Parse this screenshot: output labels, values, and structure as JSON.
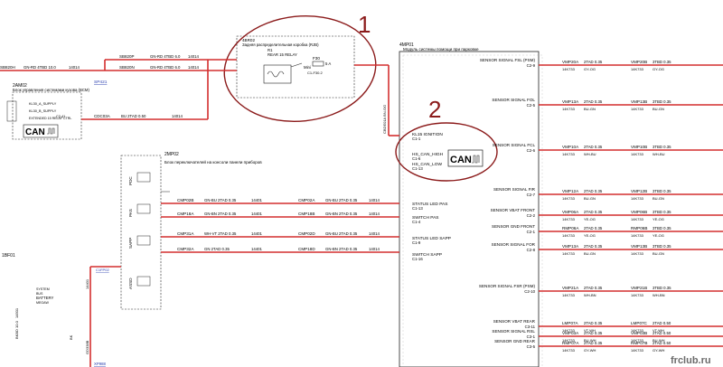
{
  "rje": {
    "code": "4BR02",
    "title": "Задняя распределительная коробка (RJB)",
    "relay_code": "R1",
    "relay_name": "REAR 15 RELAY",
    "fuse": "F30",
    "fuse_rating": "5 A",
    "mini": "Mini",
    "pin_b": "C1-F30.2"
  },
  "pam": {
    "code": "4MP01",
    "title": "Модуль системы помощи при парковке"
  },
  "bcm": {
    "code": "2AM02",
    "title": "Блок управления системами кузова (BCM)",
    "kl30a": "KL30_A_SUPPLY",
    "kl30b": "KL30_B_SUPPLY",
    "ext_relay": "EXTENDED 15 RELAY CTRL",
    "pin": "C2-41",
    "can": "CAN"
  },
  "console": {
    "code": "2MP02",
    "title": "Блок переключателей на консоли панели приборов"
  },
  "top_wires": {
    "left_code": "SB820H",
    "left_spec": "GN-RD 4TBD 10.0",
    "left_num": "14014",
    "sb820p": "SB820P",
    "sb820p_spec": "GN-RD 4TBD 6.0",
    "sb820p_num": "14014",
    "sb820n": "SB820N",
    "sb820n_spec": "GN-RD 4TBD 6.0",
    "sb820n_num": "14014",
    "splice": "SP421",
    "cdc": "CDC03A",
    "cdc_spec": "BU 2TAD 0.50",
    "cdc_num": "14014",
    "cbde": "CBDE01A BN-OG"
  },
  "pam_pins": {
    "kl15": "KL15 IGNITION",
    "kl15_pin": "C1-1",
    "can_high": "HS_CAN_HIGH",
    "can_high_pin": "C1-6",
    "can_low": "HS_CAN_LOW",
    "can_low_pin": "C1-13",
    "can": "CAN",
    "status_pas": "STATUS LED PAS",
    "status_pas_pin": "C1-13",
    "switch_pas": "SWITCH PAS",
    "switch_pas_pin": "C1-4",
    "status_sapp": "STATUS LED SAPP",
    "status_sapp_pin": "C1-9",
    "switch_sapp": "SWITCH SAPP",
    "switch_sapp_pin": "C1-16"
  },
  "console_wires": [
    {
      "left": "CMP02B",
      "spec": "GN-BU 2TAD 0.35",
      "num": "14401",
      "right": "CMP02A",
      "rspec": "GN-BU 2TAD 0.35",
      "rnum": "14014"
    },
    {
      "left": "CMP18A",
      "spec": "GN-BN 2TAD 0.35",
      "num": "14401",
      "right": "CMP18B",
      "rspec": "GN-BN 2TAD 0.35",
      "rnum": "14014"
    },
    {
      "left": "CMP31A",
      "spec": "WH-VT 2TAD 0.35",
      "num": "14401",
      "right": "CMP02D",
      "rspec": "GN-BU 2TAD 0.35",
      "rnum": "14014"
    },
    {
      "left": "CMP32A",
      "spec": "GN 2TAD 0.35",
      "num": "14401",
      "right": "CMP18D",
      "rspec": "GN-BN 2TAD 0.35",
      "rnum": "14014"
    }
  ],
  "switch_labels": [
    "PDC",
    "PAS",
    "SAPP",
    "ASSD"
  ],
  "sensors": [
    {
      "name": "SENSOR SIGNAL FSL (PSM)",
      "pin": "C2-9",
      "w1": "VMP20A",
      "s1": "2TAD 0.35",
      "n1": "14K733",
      "c1": "GY-OG",
      "w2": "VMP20B",
      "s2": "3TBD 0.35",
      "n2": "14K733",
      "c2": "GY-OG"
    },
    {
      "name": "SENSOR SIGNAL FOL",
      "pin": "C2-5",
      "w1": "VMP13A",
      "s1": "2TAD 0.35",
      "n1": "14K733",
      "c1": "BU-GN",
      "w2": "VMP13B",
      "s2": "3TBD 0.35",
      "n2": "14K733",
      "c2": "BU-GN"
    },
    {
      "name": "SENSOR SIGNAL FCL",
      "pin": "C2-6",
      "w1": "VMP10A",
      "s1": "2TAD 0.35",
      "n1": "14K733",
      "c1": "WH-BU",
      "w2": "VMP10B",
      "s2": "3TBD 0.35",
      "n2": "14K733",
      "c2": "WH-BU"
    },
    {
      "name": "SENSOR SIGNAL FIR",
      "pin": "C2-7",
      "w1": "VMP12A",
      "s1": "2TAD 0.35",
      "n1": "14K733",
      "c1": "BU-GN",
      "w2": "VMP12B",
      "s2": "3TBD 0.35",
      "n2": "14K733",
      "c2": "BU-GN"
    },
    {
      "name": "SENSOR VBAT FRONT",
      "pin": "C2-2",
      "w1": "VMP06A",
      "s1": "2TAD 0.35",
      "n1": "14K733",
      "c1": "YE-OG",
      "w2": "VMP06B",
      "s2": "3TBD 0.35",
      "n2": "14K733",
      "c2": "YE-OG"
    },
    {
      "name": "SENSOR GND FRONT",
      "pin": "C2-1",
      "w1": "RMP06A",
      "s1": "2TAD 0.35",
      "n1": "14K733",
      "c1": "YE-OG",
      "w2": "RMP06B",
      "s2": "3TBD 0.35",
      "n2": "14K733",
      "c2": "YE-OG"
    },
    {
      "name": "SENSOR SIGNAL FOR",
      "pin": "C2-8",
      "w1": "VMP13A",
      "s1": "2TAD 0.35",
      "n1": "14K733",
      "c1": "BU-GN",
      "w2": "VMP13B",
      "s2": "3TBD 0.35",
      "n2": "14K733",
      "c2": "BU-GN"
    },
    {
      "name": "SENSOR SIGNAL FSR (PSM)",
      "pin": "C2-10",
      "w1": "VMP21A",
      "s1": "2TAD 0.35",
      "n1": "14K733",
      "c1": "WH-BN",
      "w2": "VMP21B",
      "s2": "3TBD 0.35",
      "n2": "14K733",
      "c2": "WH-BN"
    },
    {
      "name": "SENSOR VBAT REAR",
      "pin": "C3-11",
      "w1": "LMP07A",
      "s1": "2TAD 0.35",
      "n1": "14K733",
      "c1": "VT-WH",
      "w2": "LMP07C",
      "s2": "2TAD 0.50",
      "n2": "14K733",
      "c2": "VT-WH"
    },
    {
      "name": "SENSOR SIGNAL RSL",
      "pin": "C3-1",
      "w1": "VMP03A",
      "s1": "2TAD 0.35",
      "n1": "14K733",
      "c1": "BU-WH",
      "w2": "VMP03B",
      "s2": "2TAD 0.50",
      "n2": "14K733",
      "c2": "BU-WH"
    },
    {
      "name": "SENSOR GND REAR",
      "pin": "C3-5",
      "w1": "RMP07A",
      "s1": "2TAD 0.35",
      "n1": "14K733",
      "c1": "GY-WH",
      "w2": "RMP07B",
      "s2": "2TAD 0.50",
      "n2": "14K733",
      "c2": "GY-WH"
    }
  ],
  "left_side": {
    "ref": "1BF01",
    "battery_top": "SYSTEM",
    "battery_mid": "BUS",
    "battery": "BATTERY",
    "battery_bot": "MEGAW",
    "v1": "BKBD 10.0",
    "v2": "14501",
    "v3": "BK",
    "v4": "GD338B",
    "v5": "14401",
    "cfp": "C1FP02",
    "bottom": "XP988"
  },
  "annotations": {
    "one": "1",
    "two": "2"
  },
  "watermark": "frclub.ru",
  "colors": {
    "wire": "#d32f2f",
    "annot": "#8b1a1a",
    "link": "#2a3fb0"
  }
}
